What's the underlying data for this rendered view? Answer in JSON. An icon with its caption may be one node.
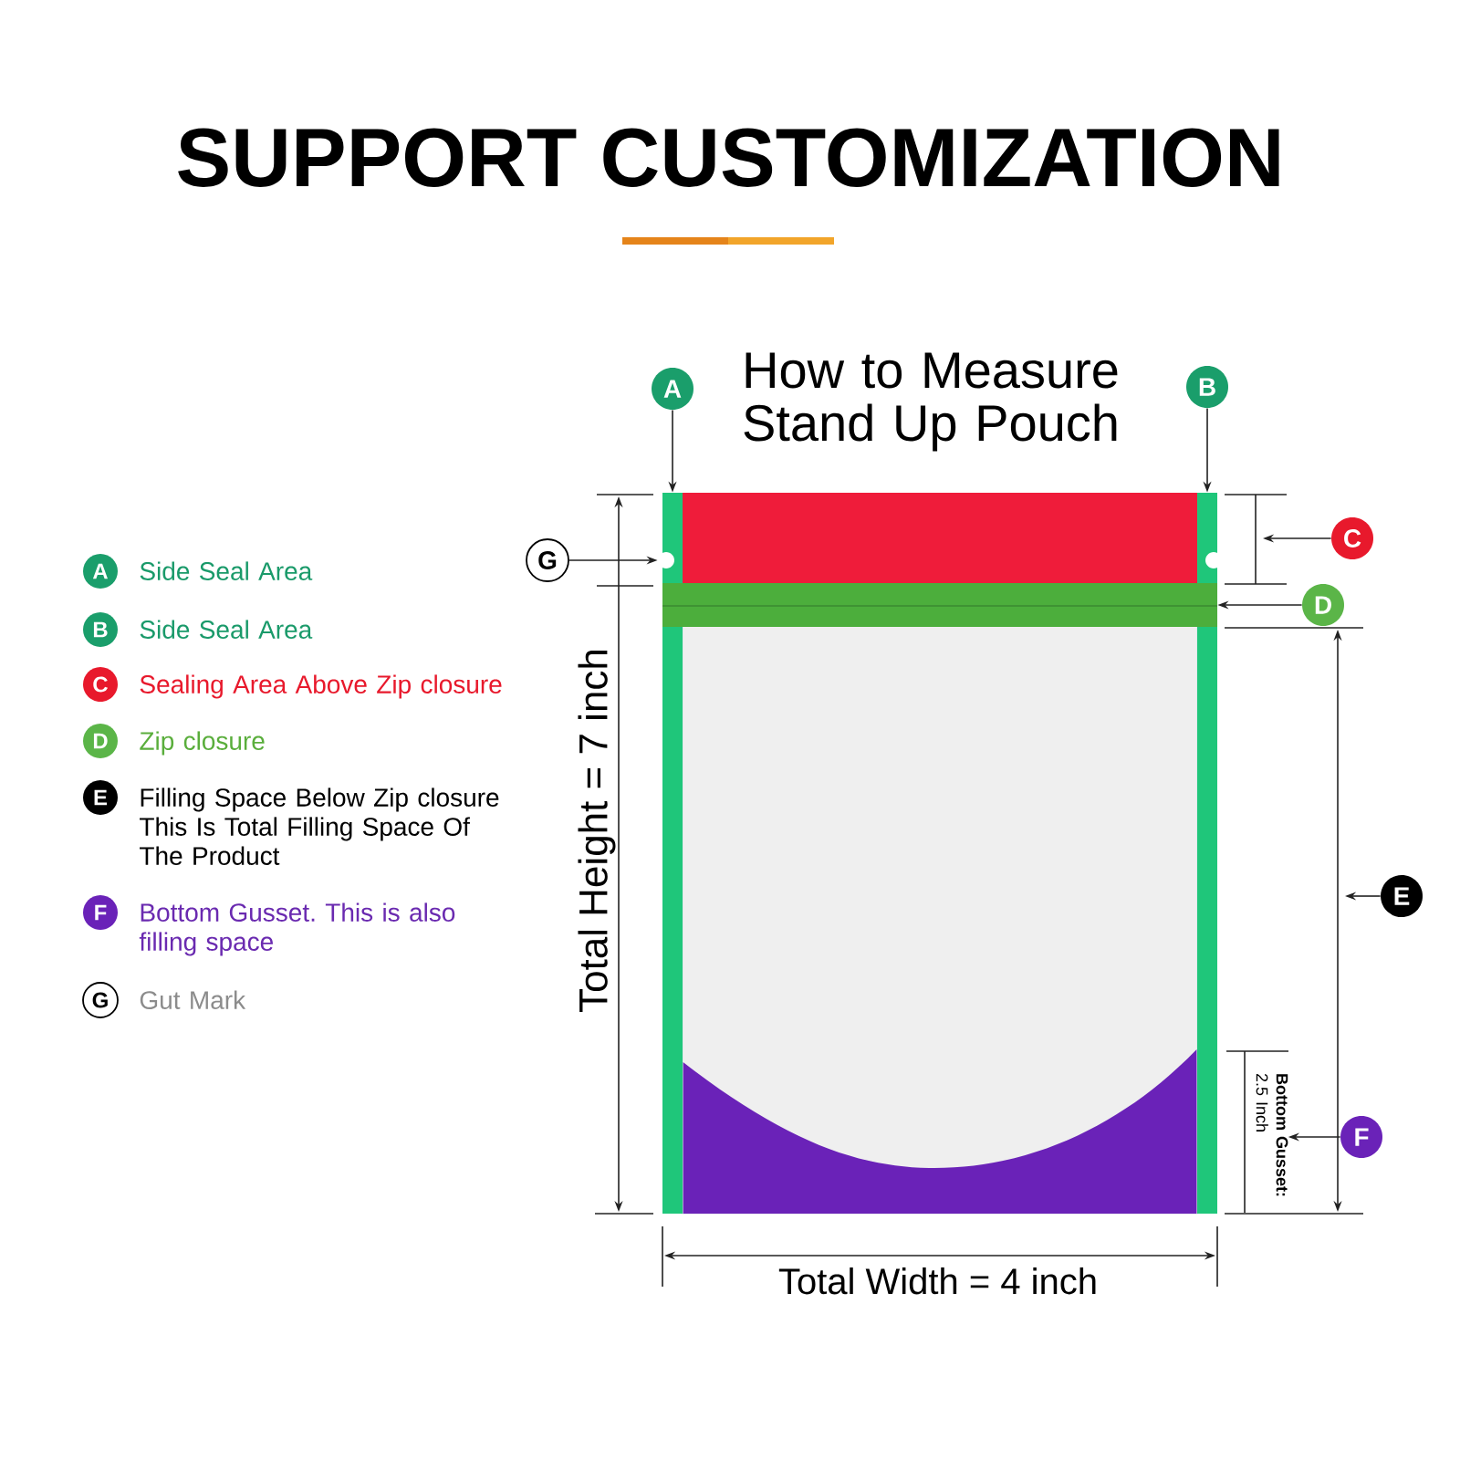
{
  "diagram": {
    "title": "SUPPORT CUSTOMIZATION",
    "nodes": [
      {
        "text": [
          "A"
        ],
        "beside": [
          "Side Seal Area"
        ]
      },
      {
        "text": [
          "B"
        ],
        "beside": [
          "Side Seal Area"
        ]
      },
      {
        "text": [
          "C"
        ],
        "beside": [
          "Sealing Area Above Zip closure"
        ]
      },
      {
        "text": [
          "D"
        ],
        "beside": [
          "Zip closure"
        ]
      },
      {
        "text": [
          "E"
        ],
        "beside": [
          "Filling Space Below Zip closure This Is Total Filling Space Of The Product"
        ]
      },
      {
        "text": [
          "F"
        ],
        "beside": [
          "Bottom Gusset. This is also filling space"
        ]
      },
      {
        "text": [
          "G"
        ],
        "beside": [
          "Gut Mark"
        ]
      },
      {
        "text": [
          "A"
        ]
      },
      {
        "text": [
          "B"
        ]
      },
      {
        "text": [
          "C"
        ]
      },
      {
        "text": [
          "G"
        ]
      },
      {
        "text": [
          "D"
        ]
      },
      {
        "text": [
          "E"
        ]
      },
      {
        "text": [
          "F"
        ]
      },
      {
        "text": [
          "**Bottom Gusset:** 2.5 Inch"
        ]
      },
      {
        "text": [],
        "shape": "bar"
      },
      {
        "text": [],
        "shape": "bar"
      },
      {
        "text": [],
        "shape": "bar"
      },
      {
        "text": [],
        "shape": "circle"
      }
    ],
    "edges": [
      {
        "from": 7,
        "to": 15,
        "arrow": "to"
      },
      {
        "from": 8,
        "to": 16,
        "arrow": "to"
      },
      {
        "from": 9,
        "to": null,
        "arrow": "to"
      },
      {
        "from": 10,
        "to": 18,
        "arrow": "to"
      },
      {
        "from": 11,
        "to": 17,
        "arrow": "to"
      },
      {
        "from": 12,
        "to": null,
        "arrow": "to"
      },
      {
        "from": 13,
        "to": 14,
        "arrow": "to"
      }
    ],
    "labels": [
      "How to Measure Stand Up Pouch",
      "Total Height = 7 inch",
      "Total Width = 4 inch"
    ]
  }
}
